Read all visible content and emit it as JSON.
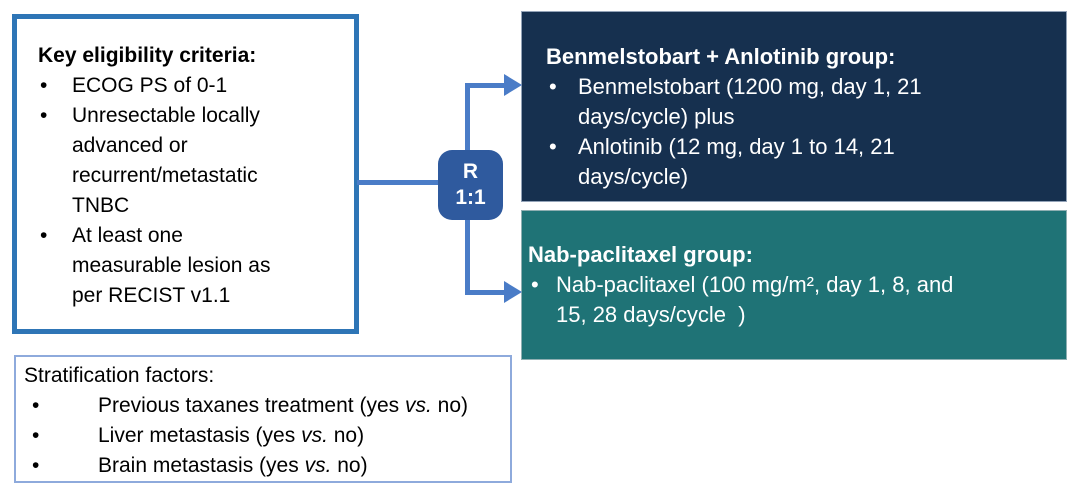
{
  "colors": {
    "arm1_background": "#16304F",
    "arm2_background": "#1F7376",
    "randomization_background": "#2F5A9E",
    "connector": "#4A7CC7",
    "eligibility_border": "#2E75B6",
    "stratification_border": "#8EAADC",
    "light_text": "#FFFFFF",
    "dark_text": "#000000"
  },
  "eligibility": {
    "title": "Key eligibility criteria:",
    "items": [
      "ECOG PS of 0-1",
      "Unresectable locally\nadvanced or\nrecurrent/metastatic\nTNBC",
      "At least one\nmeasurable lesion as\nper RECIST v1.1"
    ]
  },
  "randomization": {
    "label": "R",
    "ratio": "1:1"
  },
  "arm1": {
    "title": "Benmelstobart + Anlotinib group:",
    "items": [
      "Benmelstobart (1200 mg, day 1, 21\ndays/cycle) plus",
      "Anlotinib (12 mg, day 1 to 14, 21\ndays/cycle)"
    ]
  },
  "arm2": {
    "title": "Nab-paclitaxel group:",
    "items": [
      "Nab-paclitaxel (100 mg/m², day 1, 8, and\n15, 28 days/cycle  )"
    ]
  },
  "stratification": {
    "title": "Stratification factors:",
    "items": [
      {
        "before": "Previous taxanes treatment (yes ",
        "vs": "vs.",
        "after": " no)"
      },
      {
        "before": "Liver metastasis (yes ",
        "vs": "vs.",
        "after": " no)"
      },
      {
        "before": "Brain metastasis (yes ",
        "vs": "vs.",
        "after": " no)"
      }
    ]
  }
}
